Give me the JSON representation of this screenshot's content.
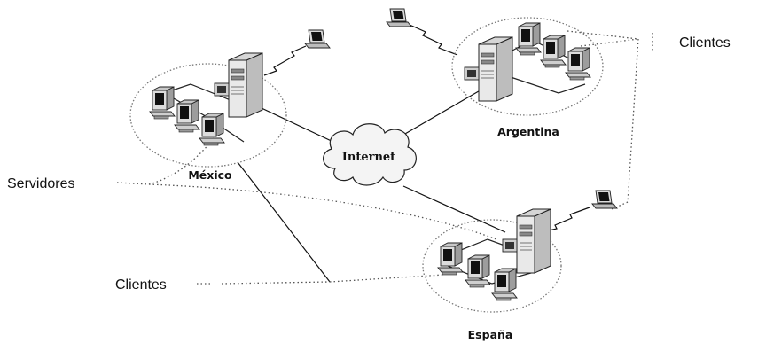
{
  "labels": {
    "clientes_top": "Clientes",
    "servidores": "Servidores",
    "clientes_bottom": "Clientes",
    "internet": "Internet"
  },
  "sites": [
    {
      "name": "México"
    },
    {
      "name": "Argentina"
    },
    {
      "name": "España"
    }
  ],
  "icons": {
    "server": "server-tower-icon",
    "workstation": "desktop-computer-icon",
    "laptop": "laptop-icon",
    "cloud": "cloud-icon"
  }
}
